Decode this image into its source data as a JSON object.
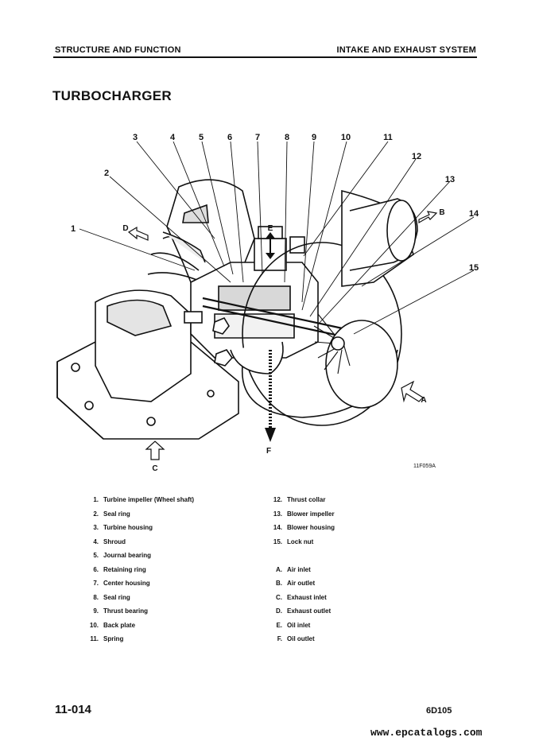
{
  "header": {
    "left": "STRUCTURE AND FUNCTION",
    "right": "INTAKE AND EXHAUST SYSTEM"
  },
  "title": "TURBOCHARGER",
  "figure": {
    "code": "11F059A",
    "callouts": [
      "1",
      "2",
      "3",
      "4",
      "5",
      "6",
      "7",
      "8",
      "9",
      "10",
      "11",
      "12",
      "13",
      "14",
      "15"
    ],
    "flow_letters": [
      "A",
      "B",
      "C",
      "D",
      "E",
      "F"
    ]
  },
  "legend": {
    "parts": [
      {
        "key": "1.",
        "label": "Turbine impeller (Wheel shaft)"
      },
      {
        "key": "2.",
        "label": "Seal ring"
      },
      {
        "key": "3.",
        "label": "Turbine housing"
      },
      {
        "key": "4.",
        "label": "Shroud"
      },
      {
        "key": "5.",
        "label": "Journal bearing"
      },
      {
        "key": "6.",
        "label": "Retaining ring"
      },
      {
        "key": "7.",
        "label": "Center housing"
      },
      {
        "key": "8.",
        "label": "Seal ring"
      },
      {
        "key": "9.",
        "label": "Thrust bearing"
      },
      {
        "key": "10.",
        "label": "Back plate"
      },
      {
        "key": "11.",
        "label": "Spring"
      },
      {
        "key": "12.",
        "label": "Thrust collar"
      },
      {
        "key": "13.",
        "label": "Blower impeller"
      },
      {
        "key": "14.",
        "label": "Blower housing"
      },
      {
        "key": "15.",
        "label": "Lock nut"
      }
    ],
    "flows": [
      {
        "key": "A.",
        "label": "Air inlet"
      },
      {
        "key": "B.",
        "label": "Air outlet"
      },
      {
        "key": "C.",
        "label": "Exhaust inlet"
      },
      {
        "key": "D.",
        "label": "Exhaust outlet"
      },
      {
        "key": "E.",
        "label": "Oil inlet"
      },
      {
        "key": "F.",
        "label": "Oil outlet"
      }
    ]
  },
  "footer": {
    "page": "11-014",
    "model": "6D105"
  },
  "watermark": "www.epcatalogs.com"
}
